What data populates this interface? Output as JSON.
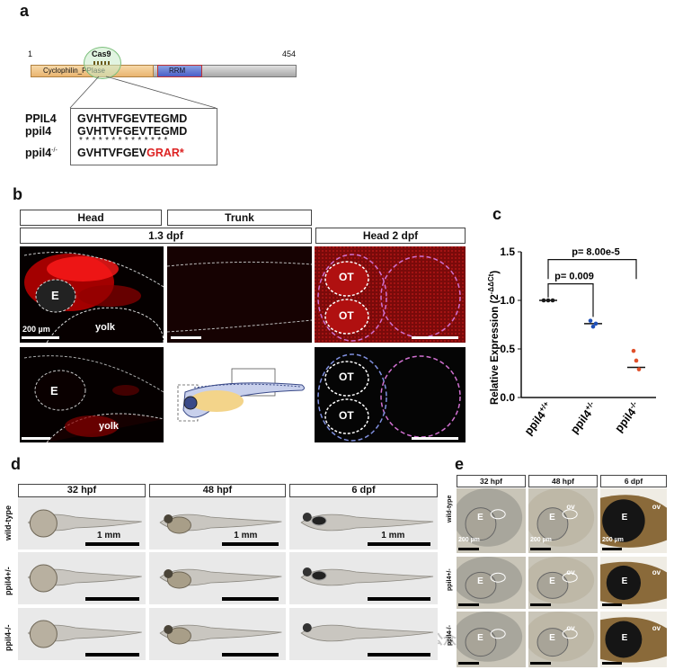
{
  "panel_labels": {
    "a": "a",
    "b": "b",
    "c": "c",
    "d": "d",
    "e": "e"
  },
  "panel_a": {
    "start": "1",
    "end": "454",
    "cas9": "Cas9",
    "domain1": "Cyclophilin_PPIase",
    "domain2": "RRM",
    "seq_names": [
      "PPIL4",
      "ppil4",
      "ppil4"
    ],
    "seq_superscript": "-/-",
    "seq1": "GVHTVFGEVTEGMD",
    "seq2": "GVHTVFGEVTEGMD",
    "stars": "* * * * * * * * * * * * * *",
    "seq3_normal": "GVHTVFGEV",
    "seq3_mut": "GRAR*"
  },
  "panel_b": {
    "head": "Head",
    "trunk": "Trunk",
    "stage": "1.3 dpf",
    "head2dpf": "Head   2 dpf",
    "E": "E",
    "yolk": "yolk",
    "OT": "OT",
    "scale": "200 µm"
  },
  "chart_data": {
    "type": "scatter",
    "ylabel": "Relative Expression (2",
    "ylabel_sup": "-ΔΔCt",
    "ylim": [
      0,
      1.5
    ],
    "yticks": [
      "0.0",
      "0.5",
      "1.0",
      "1.5"
    ],
    "categories": [
      "ppil4+/+",
      "ppil4+/-",
      "ppil4-/-"
    ],
    "category_base": "ppil4",
    "category_sup": [
      "+/+",
      "+/-",
      "-/-"
    ],
    "points": [
      {
        "category": "ppil4+/+",
        "values": [
          1.0,
          1.0,
          1.0
        ],
        "mean": 1.0,
        "color": "#1a1a1a"
      },
      {
        "category": "ppil4+/-",
        "values": [
          0.79,
          0.73,
          0.76
        ],
        "mean": 0.76,
        "color": "#1f4fb8"
      },
      {
        "category": "ppil4-/-",
        "values": [
          0.48,
          0.38,
          0.29
        ],
        "mean": 0.31,
        "color": "#e0502a"
      }
    ],
    "annotations": [
      "p= 0.009",
      "p= 8.00e-5"
    ]
  },
  "panel_d": {
    "cols": [
      "32 hpf",
      "48 hpf",
      "6 dpf"
    ],
    "rows": [
      "wild-type",
      "ppil4+/-",
      "ppil4-/-"
    ],
    "scale": "1 mm"
  },
  "panel_e": {
    "cols": [
      "32 hpf",
      "48 hpf",
      "6 dpf"
    ],
    "rows": [
      "wild-type",
      "ppil4+/-",
      "ppil4-/-"
    ],
    "E": "E",
    "ov": "ov",
    "scale": "200 µm"
  },
  "watermark": "公众号 · Hunter Origins"
}
